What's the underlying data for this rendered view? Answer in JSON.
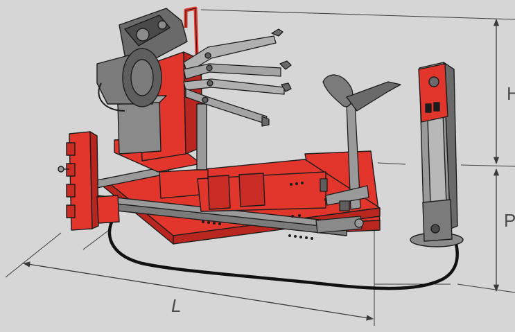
{
  "dimensions": {
    "length_label": "L",
    "height_label": "H",
    "depth_label": "P"
  },
  "colors": {
    "background": "#d6d6d6",
    "machine_red": "#e2352b",
    "machine_red_dark": "#b8261f",
    "steel": "#9a9a9a",
    "steel_dark": "#5e5e5e",
    "outline": "#1c1c1c",
    "dimension_line": "#3a3a3a",
    "cable": "#111111"
  }
}
